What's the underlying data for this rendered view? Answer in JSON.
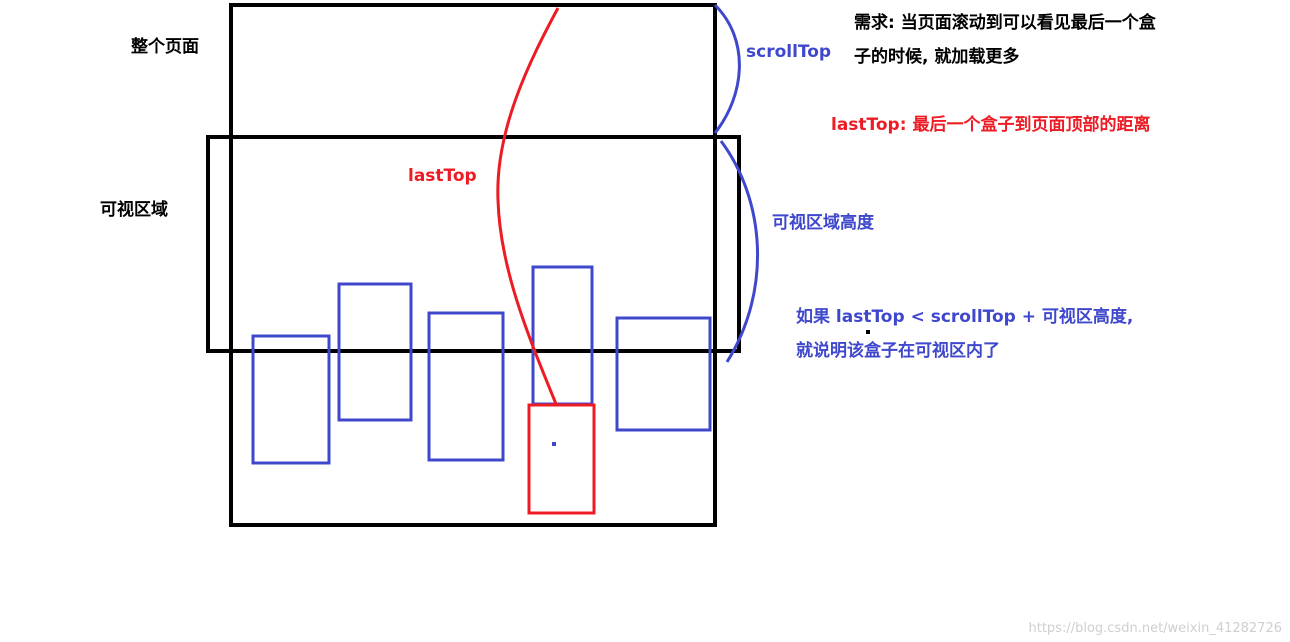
{
  "labels": {
    "page": "整个页面",
    "viewport": "可视区域",
    "scroll_top": "scrollTop",
    "last_top": "lastTop",
    "viewport_height": "可视区域高度"
  },
  "notes": {
    "requirement_line1": "需求: 当页面滚动到可以看见最后一个盒",
    "requirement_line2": "子的时候, 就加载更多",
    "last_top_def": "lastTop: 最后一个盒子到页面顶部的距离",
    "condition_line1": "如果 lastTop < scrollTop + 可视区高度,",
    "condition_line2": "就说明该盒子在可视区内了"
  },
  "watermark": "https://blog.csdn.net/weixin_41282726",
  "colors": {
    "black": "#000000",
    "blue": "#3f48cc",
    "red": "#ed1c24"
  }
}
